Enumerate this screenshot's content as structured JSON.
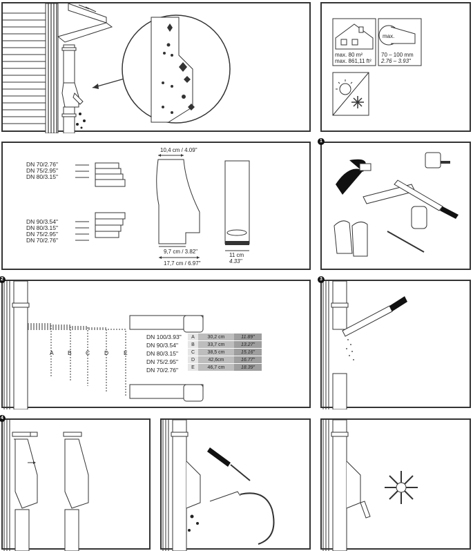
{
  "area": {
    "sqm": "max. 80 m²",
    "sqft": "max. 861,11 ft²"
  },
  "pipe": {
    "badge": "max.",
    "mm": "70 – 100 mm",
    "inch": "2.76 – 3.93\""
  },
  "dimensions": {
    "top_width": "10,4 cm / 4.09\"",
    "mid_width": "9,7 cm / 3.82\"",
    "bottom_width": "17,7 cm / 6.97\"",
    "height_cm": "11 cm",
    "height_in": "4.33\""
  },
  "dn_group_upper": [
    "DN 70/2.76\"",
    "DN 75/2.95\"",
    "DN 80/3.15\""
  ],
  "dn_group_lower": [
    "DN 90/3.54\"",
    "DN 80/3.15\"",
    "DN 75/2.95\"",
    "DN 70/2.76\""
  ],
  "steps": [
    "1",
    "2",
    "3",
    "4"
  ],
  "cut_letters": [
    "A",
    "B",
    "C",
    "D",
    "E"
  ],
  "dn_cut_list": [
    "DN 100/3.93\"",
    "DN 90/3.54\"",
    "DN 80/3.15\"",
    "DN 75/2.95\"",
    "DN 70/2.76\""
  ],
  "measure_table": [
    {
      "letter": "A",
      "cm": "30,2 cm",
      "inch": "11.89\""
    },
    {
      "letter": "B",
      "cm": "33,7 cm",
      "inch": "13.27\""
    },
    {
      "letter": "C",
      "cm": "38,5 cm",
      "inch": "15.16\""
    },
    {
      "letter": "D",
      "cm": "42,6cm",
      "inch": "16.77\""
    },
    {
      "letter": "E",
      "cm": "46,7 cm",
      "inch": "18.39\""
    }
  ]
}
